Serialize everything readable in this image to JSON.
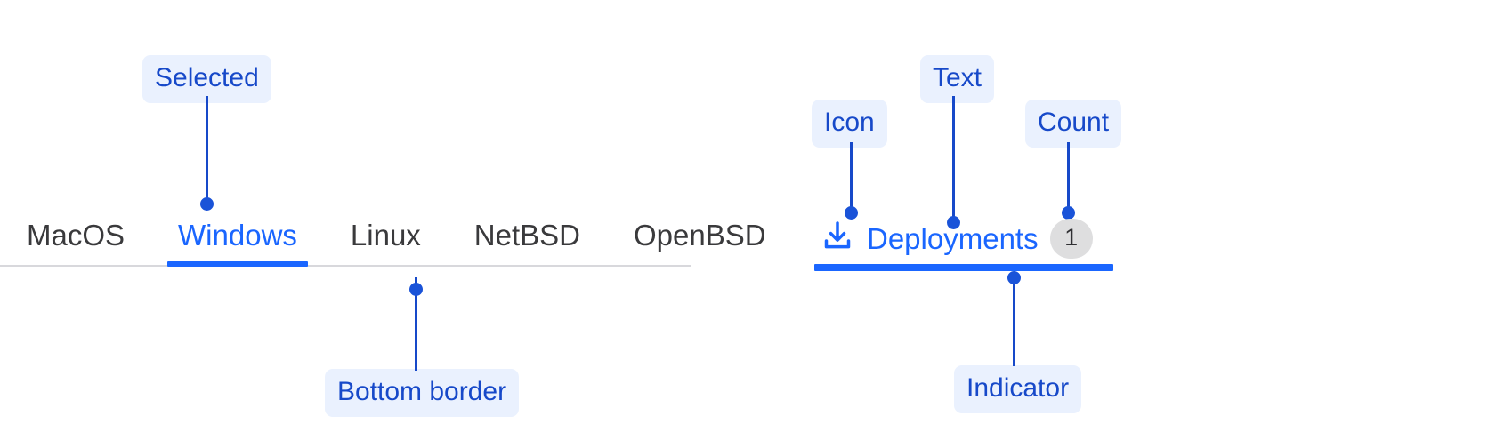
{
  "theme": {
    "accent_blue": "#1a66ff",
    "annotation_blue": "#1749c9",
    "annotation_bg": "#eaf1fe",
    "tab_text": "#3a3a3c",
    "border_grey": "#d8d8dc",
    "count_bg": "#dededf",
    "count_text": "#303033",
    "page_bg": "#ffffff"
  },
  "left_example": {
    "tabs": [
      {
        "label": "MacOS",
        "selected": false
      },
      {
        "label": "Windows",
        "selected": true
      },
      {
        "label": "Linux",
        "selected": false
      },
      {
        "label": "NetBSD",
        "selected": false
      },
      {
        "label": "OpenBSD",
        "selected": false
      }
    ],
    "annotations": [
      {
        "label": "Selected",
        "target": "selected-tab-label"
      },
      {
        "label": "Bottom border",
        "target": "tabbar-bottom-border"
      }
    ]
  },
  "right_example": {
    "tab": {
      "icon": "download-icon",
      "label": "Deployments",
      "count": "1",
      "selected": true
    },
    "annotations": [
      {
        "label": "Icon",
        "target": "tab-icon"
      },
      {
        "label": "Text",
        "target": "tab-label"
      },
      {
        "label": "Count",
        "target": "tab-count-badge"
      },
      {
        "label": "Indicator",
        "target": "tab-indicator"
      }
    ]
  }
}
